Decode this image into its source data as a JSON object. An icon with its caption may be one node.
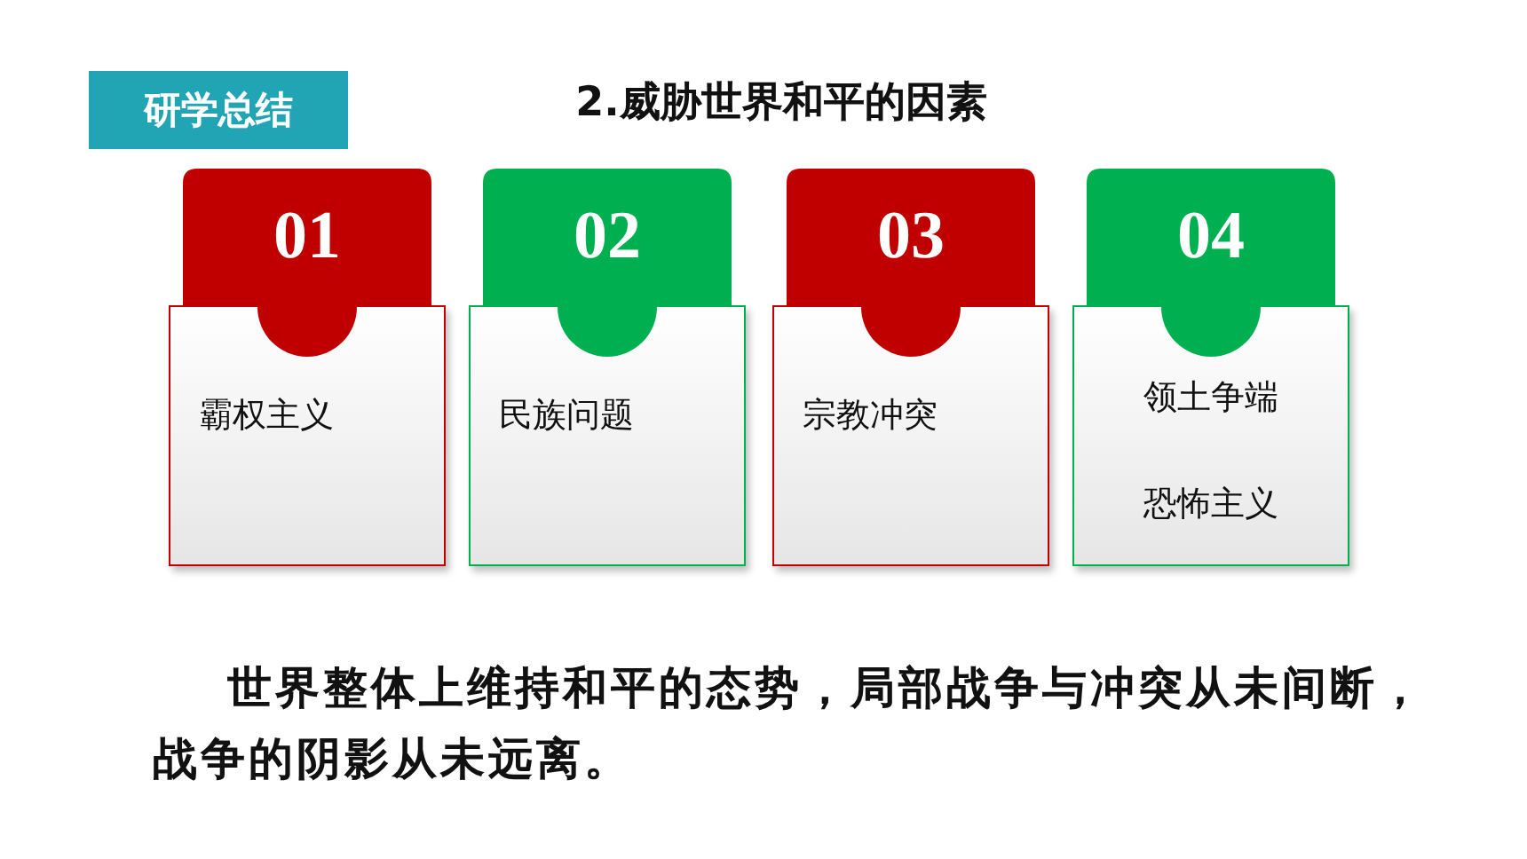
{
  "diagram": {
    "title": "2.威胁世界和平的因素",
    "nodes": [
      {
        "text": [
          "研学总结"
        ]
      },
      {
        "text": [
          "01"
        ]
      },
      {
        "text": [
          "霸权主义"
        ]
      },
      {
        "text": [
          "02"
        ]
      },
      {
        "text": [
          "民族问题"
        ]
      },
      {
        "text": [
          "03"
        ]
      },
      {
        "text": [
          "宗教冲突"
        ]
      },
      {
        "text": [
          "04"
        ]
      },
      {
        "text": [
          "领土争端",
          "恐怖主义"
        ]
      }
    ],
    "labels": [
      "世界整体上维持和平的态势，局部战争与冲突从未间断，战争的阴影从未远离。"
    ]
  }
}
